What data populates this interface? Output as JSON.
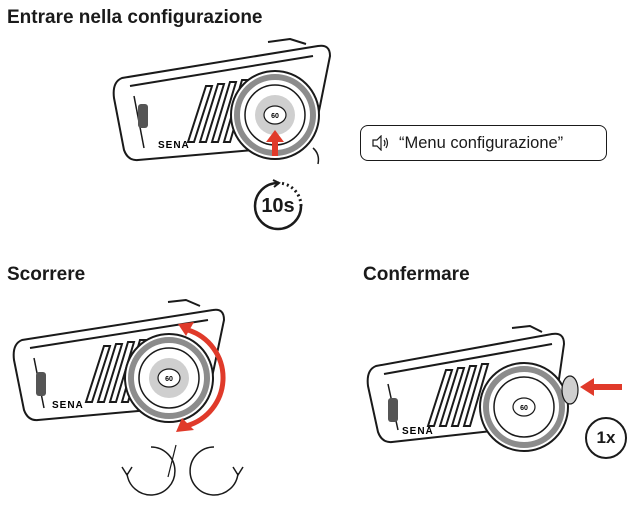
{
  "sections": {
    "enter": {
      "title": "Entrare nella configurazione"
    },
    "scroll": {
      "title": "Scorrere"
    },
    "confirm": {
      "title": "Confermare"
    }
  },
  "device": {
    "brand": "SENA",
    "model": "60"
  },
  "voice_prompt": {
    "icon": "speaker-icon",
    "text": "“Menu configurazione”"
  },
  "hold_timer": {
    "label": "10s",
    "seconds": 10
  },
  "press_count": {
    "label": "1x"
  },
  "colors": {
    "accent_arrow": "#e03a2a",
    "dial_ring": "#8c8c8c",
    "dial_center": "#cfcfcf",
    "ink": "#1a1a1a"
  }
}
